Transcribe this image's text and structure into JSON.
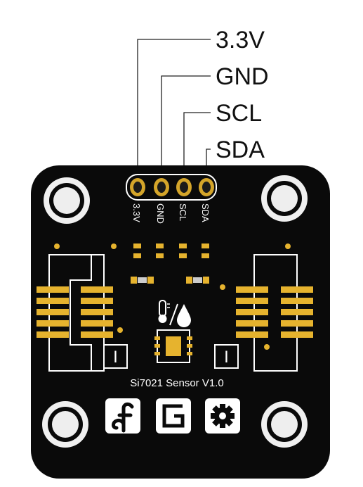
{
  "diagram": {
    "board_label": "Si7021 Sensor V1.0",
    "pins": [
      {
        "label": "3.3V",
        "silkscreen": "3.3V"
      },
      {
        "label": "GND",
        "silkscreen": "GND"
      },
      {
        "label": "SCL",
        "silkscreen": "SCL"
      },
      {
        "label": "SDA",
        "silkscreen": "SDA"
      }
    ],
    "left_marker": "I",
    "right_marker": "I",
    "logos": [
      "dfrobot-logo",
      "gravity-logo",
      "open-source-hardware-logo"
    ],
    "colors": {
      "pcb": "#0a0a0a",
      "silkscreen": "#ffffff",
      "gold": "#e6b32e",
      "leader_line": "#222222"
    }
  }
}
